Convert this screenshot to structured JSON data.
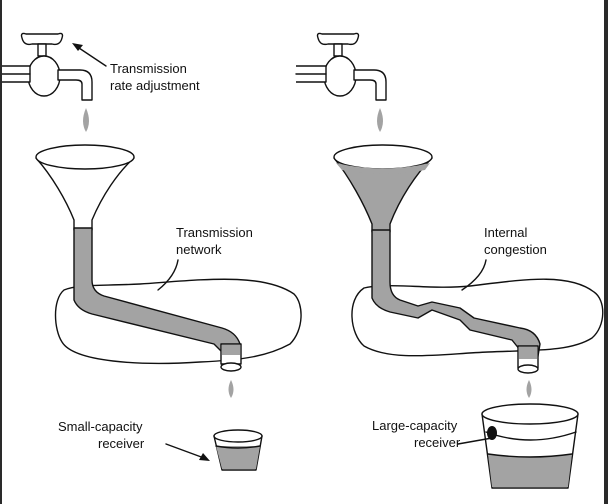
{
  "labels": {
    "rate_adjust_1": "Transmission",
    "rate_adjust_2": "rate adjustment",
    "network_1": "Transmission",
    "network_2": "network",
    "congestion_1": "Internal",
    "congestion_2": "congestion",
    "small_1": "Small-capacity",
    "small_2": "receiver",
    "large_1": "Large-capacity",
    "large_2": "receiver"
  },
  "colors": {
    "ink": "#111111",
    "water": "#a3a3a3",
    "background": "#ffffff",
    "border": "#2a2a2a"
  }
}
